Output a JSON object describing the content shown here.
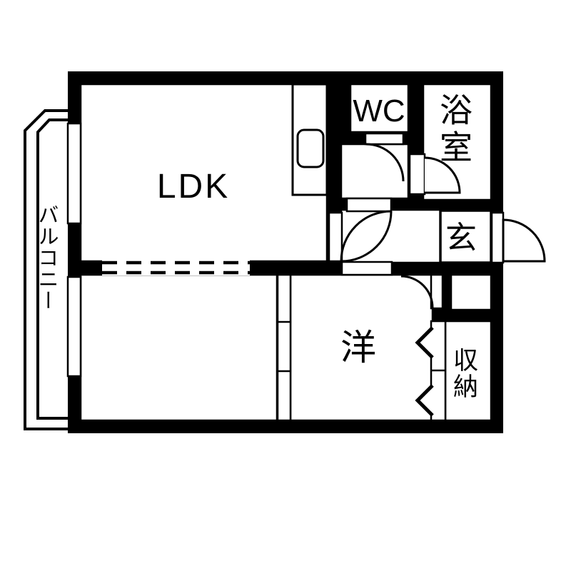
{
  "floorplan": {
    "labels": {
      "ldk": "LDK",
      "wc": "WC",
      "bath": "浴室",
      "entrance": "玄",
      "western_room": "洋",
      "storage": "収納",
      "balcony": "バルコニー"
    },
    "colors": {
      "wall": "#000000",
      "floor": "#ffffff"
    }
  }
}
